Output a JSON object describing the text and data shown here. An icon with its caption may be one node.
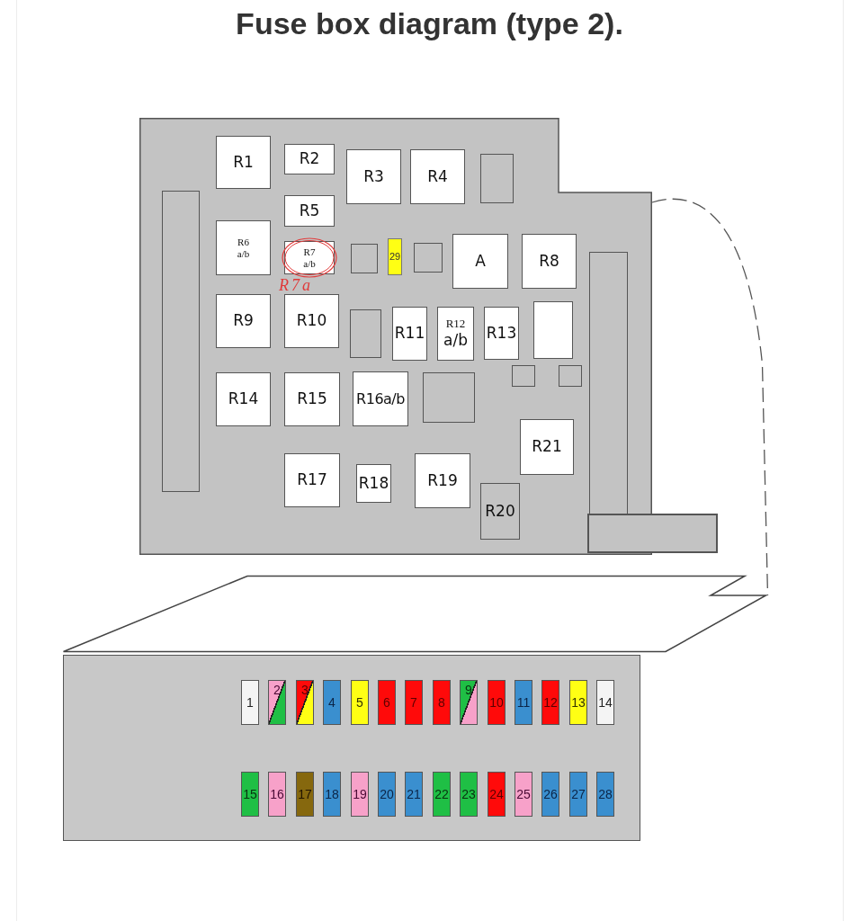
{
  "diagram": {
    "title": "Fuse box diagram (type 2).",
    "nodes": [
      {
        "text": [],
        "shape": "box"
      },
      {
        "text": [
          "R1"
        ],
        "in": 0
      },
      {
        "text": [
          "R2"
        ],
        "in": 0
      },
      {
        "text": [
          "R3"
        ],
        "in": 0
      },
      {
        "text": [
          "R4"
        ],
        "in": 0
      },
      {
        "text": [],
        "shape": "box",
        "in": 0
      },
      {
        "text": [],
        "shape": "bar",
        "in": 0
      },
      {
        "text": [
          "R5"
        ],
        "in": 0
      },
      {
        "text": [
          "R6 a/b"
        ],
        "in": 0
      },
      {
        "text": [
          "R7 a/b"
        ],
        "in": 0
      },
      {
        "text": [],
        "shape": "box",
        "in": 0
      },
      {
        "text": [
          "29"
        ],
        "in": 0
      },
      {
        "text": [],
        "shape": "box",
        "in": 0
      },
      {
        "text": [
          "A"
        ],
        "in": 0
      },
      {
        "text": [
          "R8"
        ],
        "in": 0
      },
      {
        "text": [],
        "shape": "bar",
        "in": 0
      },
      {
        "text": [
          "R9"
        ],
        "in": 0
      },
      {
        "text": [
          "R10"
        ],
        "in": 0
      },
      {
        "text": [],
        "shape": "box",
        "in": 0
      },
      {
        "text": [
          "R11"
        ],
        "in": 0
      },
      {
        "text": [
          "R12",
          "a/b"
        ],
        "in": 0
      },
      {
        "text": [
          "R13"
        ],
        "in": 0
      },
      {
        "text": [],
        "shape": "box",
        "in": 0
      },
      {
        "text": [],
        "shape": "box",
        "in": 0
      },
      {
        "text": [],
        "shape": "box",
        "in": 0
      },
      {
        "text": [
          "R14"
        ],
        "in": 0
      },
      {
        "text": [
          "R15"
        ],
        "in": 0
      },
      {
        "text": [
          "R16a/b"
        ],
        "in": 0
      },
      {
        "text": [],
        "shape": "box",
        "in": 0
      },
      {
        "text": [
          "R21"
        ],
        "in": 0
      },
      {
        "text": [
          "R17"
        ],
        "in": 0
      },
      {
        "text": [
          "R18"
        ],
        "in": 0
      },
      {
        "text": [
          "R19"
        ],
        "in": 0
      },
      {
        "text": [
          "R20"
        ],
        "in": 0
      },
      {
        "text": [],
        "shape": "box"
      },
      {
        "text": [],
        "shape": "parallelogram"
      },
      {
        "text": [],
        "shape": "box"
      },
      {
        "text": [
          "1"
        ],
        "in": 36
      },
      {
        "text": [
          "2"
        ],
        "in": 36
      },
      {
        "text": [
          "3"
        ],
        "in": 36
      },
      {
        "text": [
          "4"
        ],
        "in": 36
      },
      {
        "text": [
          "5"
        ],
        "in": 36
      },
      {
        "text": [
          "6"
        ],
        "in": 36
      },
      {
        "text": [
          "7"
        ],
        "in": 36
      },
      {
        "text": [
          "8"
        ],
        "in": 36
      },
      {
        "text": [
          "9"
        ],
        "in": 36
      },
      {
        "text": [
          "10"
        ],
        "in": 36
      },
      {
        "text": [
          "11"
        ],
        "in": 36
      },
      {
        "text": [
          "12"
        ],
        "in": 36
      },
      {
        "text": [
          "13"
        ],
        "in": 36
      },
      {
        "text": [
          "14"
        ],
        "in": 36
      },
      {
        "text": [
          "15"
        ],
        "in": 36
      },
      {
        "text": [
          "16"
        ],
        "in": 36
      },
      {
        "text": [
          "17"
        ],
        "in": 36
      },
      {
        "text": [
          "18"
        ],
        "in": 36
      },
      {
        "text": [
          "19"
        ],
        "in": 36
      },
      {
        "text": [
          "20"
        ],
        "in": 36
      },
      {
        "text": [
          "21"
        ],
        "in": 36
      },
      {
        "text": [
          "22"
        ],
        "in": 36
      },
      {
        "text": [
          "23"
        ],
        "in": 36
      },
      {
        "text": [
          "24"
        ],
        "in": 36
      },
      {
        "text": [
          "25"
        ],
        "in": 36
      },
      {
        "text": [
          "26"
        ],
        "in": 36
      },
      {
        "text": [
          "27"
        ],
        "in": 36
      },
      {
        "text": [
          "28"
        ],
        "in": 36
      }
    ],
    "edges": [
      {
        "from": 0,
        "to": 35,
        "arrow": "none",
        "style": "dashed"
      }
    ],
    "labels": [
      "R7a"
    ]
  }
}
